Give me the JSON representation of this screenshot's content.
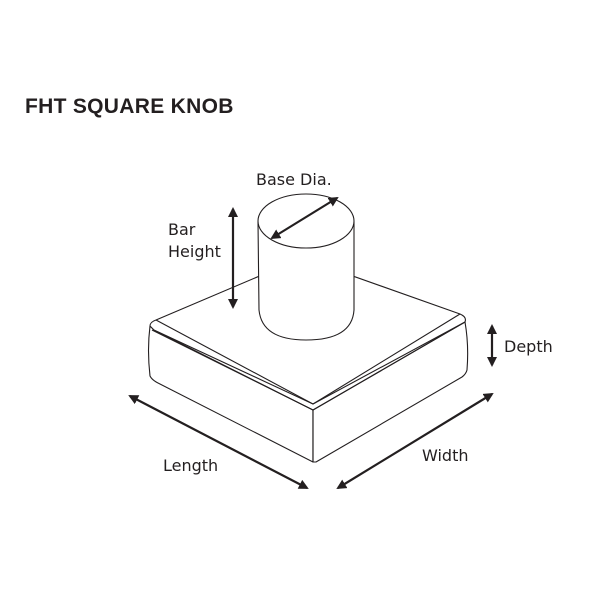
{
  "title": "FHT SQUARE KNOB",
  "labels": {
    "base_dia": "Base Dia.",
    "bar_height_line1": "Bar",
    "bar_height_line2": "Height",
    "depth": "Depth",
    "length": "Length",
    "width": "Width"
  },
  "colors": {
    "line": "#231f20",
    "background": "#ffffff"
  }
}
